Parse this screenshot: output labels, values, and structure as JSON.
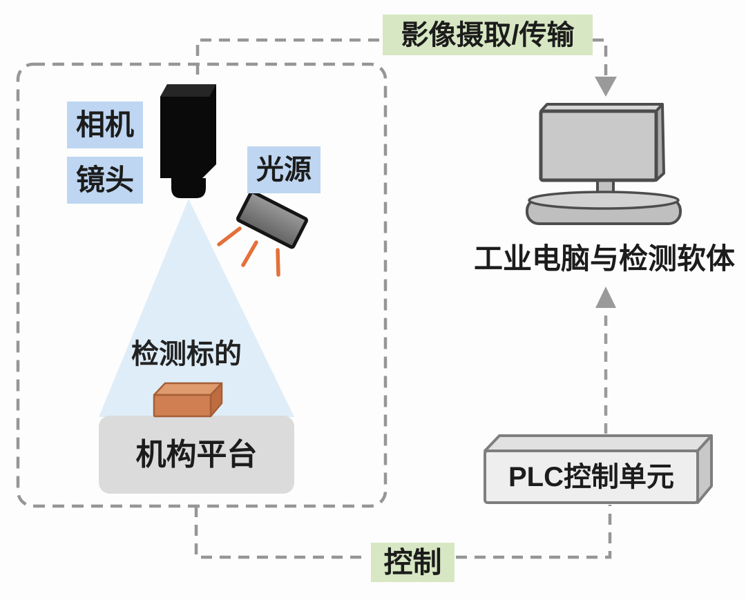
{
  "vision_station": {
    "camera_label": "相机",
    "lens_label": "镜头",
    "light_source_label": "光源",
    "target_label": "检测标的",
    "platform_label": "机构平台"
  },
  "computer": {
    "label": "工业电脑与检测软体"
  },
  "plc": {
    "label": "PLC控制单元"
  },
  "flows": {
    "image_capture_label": "影像摄取/传输",
    "control_label": "控制"
  },
  "colors": {
    "background": "#fdfdfd",
    "blue_label_bg": "#bed6f1",
    "green_label_bg": "#d7e7c3",
    "dash_line": "#969696",
    "camera_black": "#0a0a0a",
    "light_cone_blue": "#dcebf7",
    "ray_orange": "#e4703a",
    "target_box_front": "#cf7f51",
    "target_box_top": "#df9a6e",
    "platform_gray": "#dbdbdb",
    "device_fill_gray": "#c9c9c9",
    "device_outline_gray": "#4d4d4d",
    "plc_fill": "#eeeeee",
    "plc_outline": "#7e7e7e"
  }
}
